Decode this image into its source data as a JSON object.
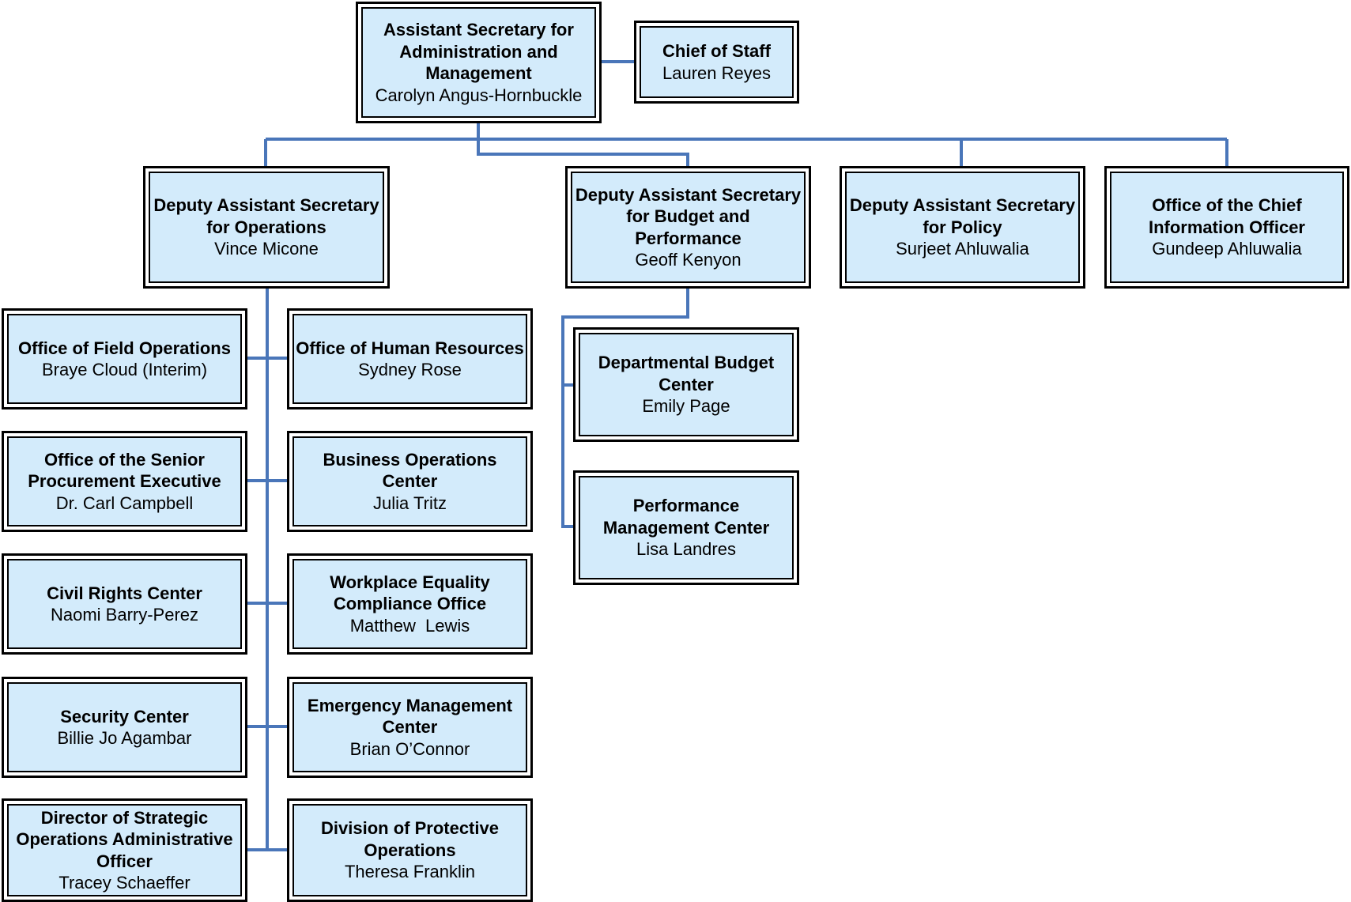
{
  "colors": {
    "connector": "#4a76b9",
    "box_fill": "#d3ebfb",
    "box_border": "#000000"
  },
  "nodes": {
    "asam": {
      "title": "Assistant Secretary for Administration and Management",
      "name": "Carolyn Angus-Hornbuckle"
    },
    "chief_of_staff": {
      "title": "Chief of Staff",
      "name": "Lauren Reyes"
    },
    "das_operations": {
      "title": "Deputy Assistant Secretary for Operations",
      "name": "Vince Micone"
    },
    "das_budget": {
      "title": "Deputy Assistant Secretary for Budget and Performance",
      "name": "Geoff Kenyon"
    },
    "das_policy": {
      "title": "Deputy Assistant Secretary for Policy",
      "name": "Surjeet Ahluwalia"
    },
    "ocio": {
      "title": "Office of the Chief Information Officer",
      "name": "Gundeep Ahluwalia"
    },
    "field_ops": {
      "title": "Office of Field Operations",
      "name": "Braye Cloud (Interim)"
    },
    "human_resources": {
      "title": "Office of Human Resources",
      "name": "Sydney Rose"
    },
    "procurement": {
      "title": "Office of the Senior Procurement Executive",
      "name": "Dr. Carl Campbell"
    },
    "business_ops": {
      "title": "Business Operations Center",
      "name": "Julia Tritz"
    },
    "civil_rights": {
      "title": "Civil Rights Center",
      "name": "Naomi Barry-Perez"
    },
    "workplace_equality": {
      "title": "Workplace Equality Compliance Office",
      "name": "Matthew  Lewis"
    },
    "security": {
      "title": "Security Center",
      "name": "Billie Jo Agambar"
    },
    "emergency_mgmt": {
      "title": "Emergency Management Center",
      "name": "Brian O’Connor"
    },
    "strategic_ops": {
      "title": "Director of Strategic Operations Administrative Officer",
      "name": "Tracey Schaeffer"
    },
    "protective_ops": {
      "title": "Division of Protective Operations",
      "name": "Theresa Franklin"
    },
    "budget_center": {
      "title": "Departmental Budget Center",
      "name": "Emily Page"
    },
    "performance_mgmt": {
      "title": "Performance Management Center",
      "name": "Lisa Landres"
    }
  }
}
